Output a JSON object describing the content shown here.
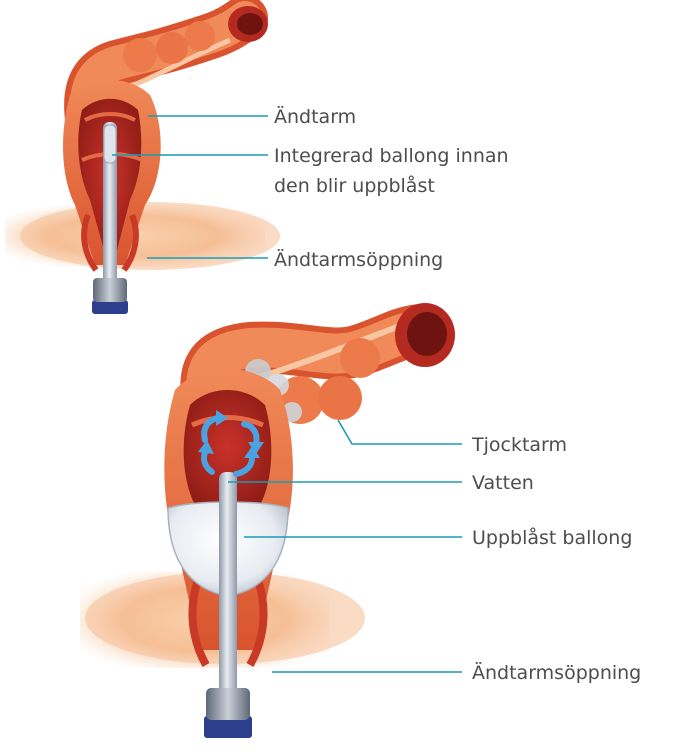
{
  "labels": {
    "top_rectum": "Ändtarm",
    "top_balloon_line1": "Integrerad ballong innan",
    "top_balloon_line2": "den blir uppblåst",
    "top_anus": "Ändtarmsöppning",
    "bottom_colon": "Tjocktarm",
    "bottom_water": "Vatten",
    "bottom_balloon": "Uppblåst ballong",
    "bottom_anus": "Ändtarmsöppning"
  },
  "colors": {
    "leader_line": "#1a9bb5",
    "label_text": "#4d4d4d",
    "intestine": "#e0643a",
    "intestine_dark": "#a8221a",
    "tissue": "#f3b48a",
    "water_arrow": "#4aa3e0"
  },
  "icons": [
    "curved-water-arrow-icon"
  ]
}
